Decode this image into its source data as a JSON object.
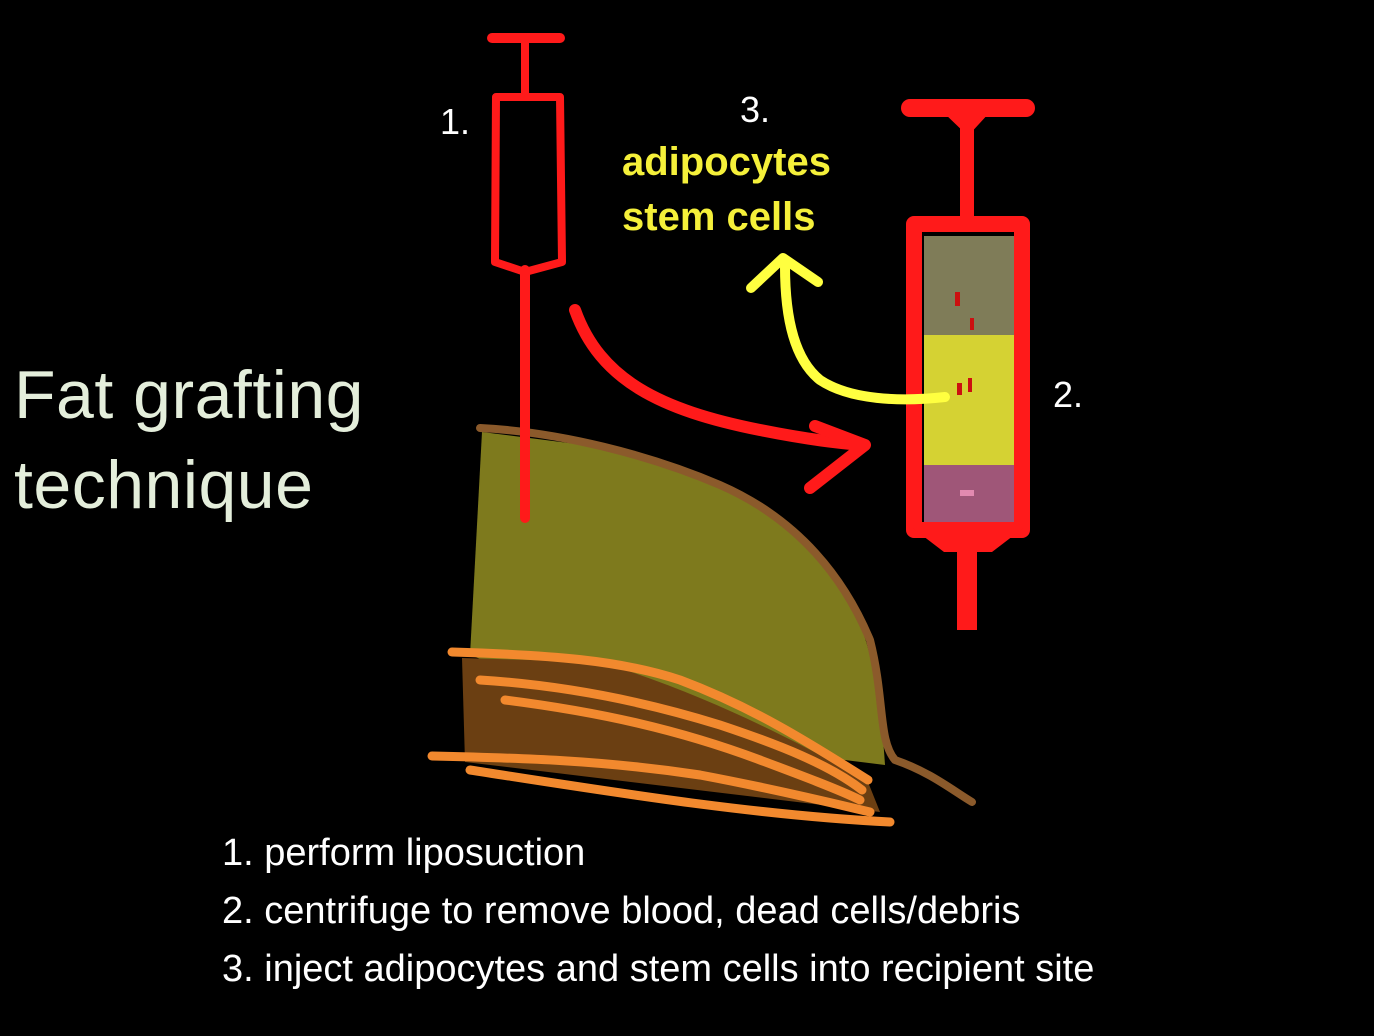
{
  "title": {
    "line1": "Fat grafting",
    "line2": "technique"
  },
  "labels": {
    "step1_marker": "1.",
    "step2_marker": "2.",
    "step3_marker": "3.",
    "product_line1": "adipocytes",
    "product_line2": "stem cells"
  },
  "steps": [
    "1. perform liposuction",
    "2. centrifuge to remove blood, dead cells/debris",
    "3. inject adipocytes and stem cells into recipient site"
  ],
  "colors": {
    "background": "#000000",
    "syringe": "#ff1a1a",
    "fat_tissue": "#7e7a1d",
    "tissue_outline": "#8b5a2b",
    "muscle_layer": "#6b3f12",
    "fibers": "#f2892e",
    "layer_top": "#7f7c58",
    "layer_middle": "#d5d233",
    "layer_bottom": "#9f5678",
    "product_arrow": "#ffff40",
    "product_text": "#f5f03a"
  }
}
